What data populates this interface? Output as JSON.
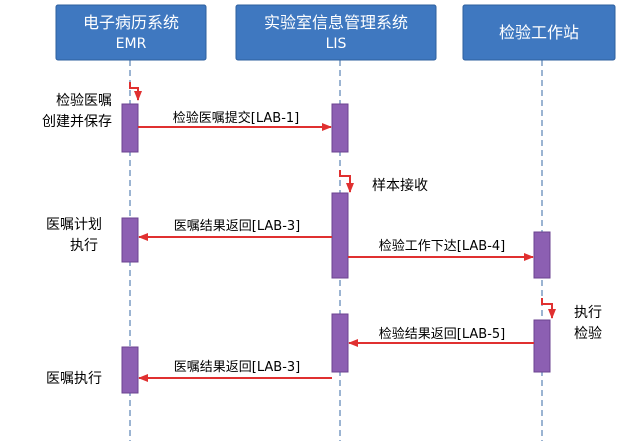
{
  "participants": [
    {
      "id": "emr",
      "title": "电子病历系统",
      "subtitle": "EMR"
    },
    {
      "id": "lis",
      "title": "实验室信息管理系统",
      "subtitle": "LIS"
    },
    {
      "id": "station",
      "title": "检验工作站",
      "subtitle": ""
    }
  ],
  "messages": [
    {
      "id": "lab1",
      "label": "检验医嘱提交[LAB-1]",
      "from": "emr",
      "to": "lis"
    },
    {
      "id": "lab3a",
      "label": "医嘱结果返回[LAB-3]",
      "from": "lis",
      "to": "emr"
    },
    {
      "id": "lab4",
      "label": "检验工作下达[LAB-4]",
      "from": "lis",
      "to": "station"
    },
    {
      "id": "lab5",
      "label": "检验结果返回[LAB-5]",
      "from": "station",
      "to": "lis"
    },
    {
      "id": "lab3b",
      "label": "医嘱结果返回[LAB-3]",
      "from": "lis",
      "to": "emr"
    }
  ],
  "self_actions": {
    "create_order": [
      "检验医嘱",
      "创建并保存"
    ],
    "receive_sample": [
      "样本接收"
    ],
    "execute_test": [
      "执行",
      "检验"
    ]
  },
  "side_notes": {
    "plan_execute": [
      "医嘱计划",
      "执行"
    ],
    "order_execute": [
      "医嘱执行"
    ]
  },
  "colors": {
    "header_fill": "#3f78c0",
    "header_border": "#2e5f9e",
    "activation_fill": "#8c5fb2",
    "activation_border": "#6b4390",
    "arrow": "#e03030",
    "lifeline": "#7a9bc4"
  }
}
